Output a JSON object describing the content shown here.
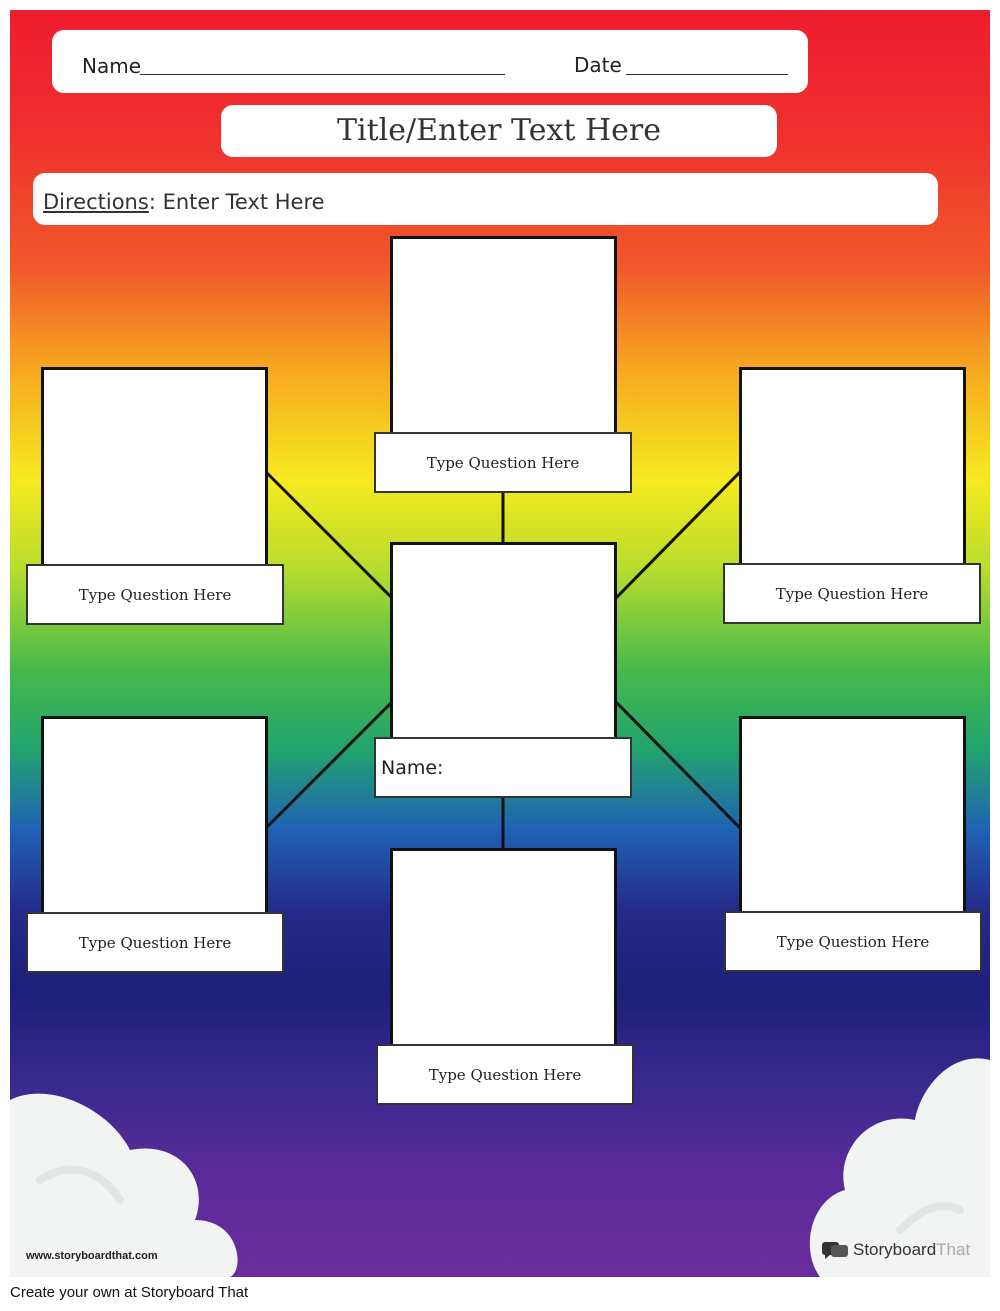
{
  "header": {
    "name_label": "Name",
    "date_label": "Date",
    "title": "Title/Enter Text Here",
    "directions_label": "Directions",
    "directions_text": ": Enter Text Here"
  },
  "web": {
    "center_label": "Name:",
    "boxes": [
      {
        "label": "Type Question Here"
      },
      {
        "label": "Type Question Here"
      },
      {
        "label": "Type Question Here"
      },
      {
        "label": "Type Question Here"
      },
      {
        "label": "Type Question Here"
      },
      {
        "label": "Type Question Here"
      }
    ]
  },
  "branding": {
    "website": "www.storyboardthat.com",
    "logo_part1": "Storyboard",
    "logo_part2": "That"
  },
  "footer": {
    "text": "Create your own at Storyboard That"
  },
  "colors": {
    "gradient_top": "#ee1c2e",
    "gradient_bottom": "#6a2c9c",
    "box_border": "#111111"
  }
}
